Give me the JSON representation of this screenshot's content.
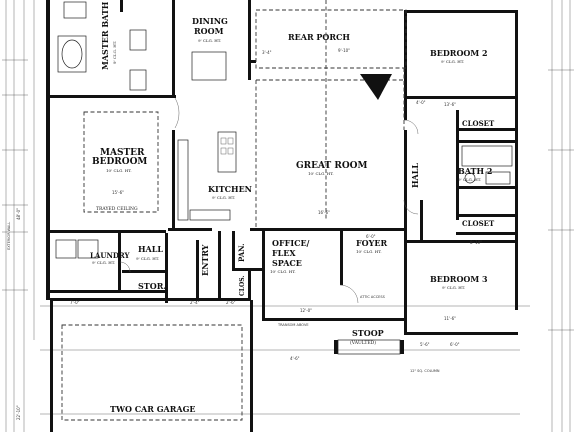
{
  "rooms": {
    "master_bath": "MASTER BATH",
    "master_bath_ceiling": "9' CLG. HT.",
    "dining": "DINING",
    "dining2": "ROOM",
    "dining_ceiling": "9' CLG. HT.",
    "rear_porch": "REAR PORCH",
    "bedroom2": "BEDROOM 2",
    "bedroom2_ceiling": "9' CLG. HT.",
    "master_bedroom": "MASTER",
    "master_bedroom2": "BEDROOM",
    "master_bedroom_ceiling": "10' CLG. HT.",
    "trayed_ceiling": "TRAYED CEILING",
    "closet_top": "CLOSET",
    "bath2": "BATH 2",
    "bath2_ceiling": "9' CLG. HT.",
    "great_room": "GREAT ROOM",
    "great_room_ceiling": "10' CLG. HT.",
    "kitchen": "KITCHEN",
    "kitchen_ceiling": "9' CLG. HT.",
    "hall_right": "HALL",
    "closet_bottom": "CLOSET",
    "laundry": "LAUNDRY",
    "laundry_ceiling": "9' CLG. HT.",
    "hall_left": "HALL",
    "hall_left_ceiling": "9' CLG. HT.",
    "entry": "ENTRY",
    "pan": "PAN.",
    "office": "OFFICE/",
    "office2": "FLEX",
    "office3": "SPACE",
    "office_ceiling": "10' CLG. HT.",
    "foyer": "FOYER",
    "foyer_ceiling": "10' CLG. HT.",
    "bedroom3": "BEDROOM 3",
    "bedroom3_ceiling": "9' CLG. HT.",
    "stor": "STOR.",
    "clos": "CLOS.",
    "stoop": "STOOP",
    "stoop_vaulted": "(VAULTED)",
    "garage": "TWO CAR GARAGE"
  },
  "notes": {
    "transom_above": "TRANSOM ABOVE",
    "attic_access": "ATTIC ACCESS",
    "wall_note": "EXTERIOR WALL",
    "column_note": "12\" SQ. COLUMN"
  },
  "dimensions": {
    "d1": "9'-10\"",
    "d2": "16'-6\"",
    "d3": "13'-6\"",
    "d4": "3'-4\"",
    "d5": "15'-6\"",
    "d6": "4'-0\"",
    "d7": "8'-10\"",
    "d8": "6'-0\"",
    "d9": "2'-6\"",
    "d10": "7'-0\"",
    "d11": "11'-6\"",
    "d12": "12'-0\"",
    "d13": "4'-6\"",
    "d14": "6'-0\"",
    "d15": "2'-4\"",
    "d16": "5'-6\"",
    "d17": "48'-0\"",
    "d18": "22'-10\""
  }
}
